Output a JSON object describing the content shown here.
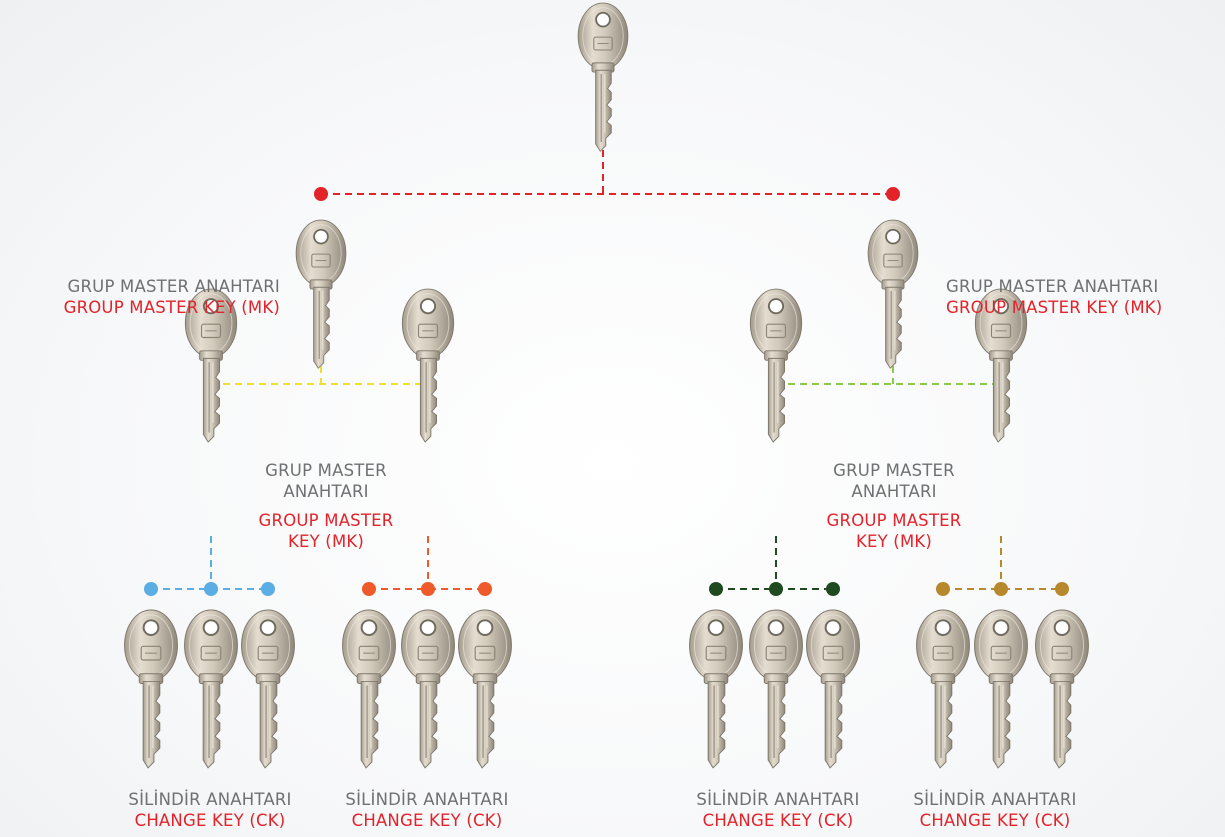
{
  "labels": {
    "group_master_tr": "GRUP MASTER ANAHTARI",
    "group_master_en": "GROUP MASTER KEY (MK)",
    "group_master_tr_l1": "GRUP MASTER",
    "group_master_tr_l2": "ANAHTARI",
    "group_master_en_l1": "GROUP MASTER",
    "group_master_en_l2": "KEY (MK)",
    "change_tr": "SİLİNDİR ANAHTARI",
    "change_en": "CHANGE KEY (CK)"
  },
  "colors": {
    "top": "#e2232a",
    "left_group": "#f2df2e",
    "right_group": "#8bc94a",
    "cyl_1": "#5aaee3",
    "cyl_2": "#ef5a2a",
    "cyl_3": "#1f4a1f",
    "cyl_4": "#b8892c",
    "key_metal": "#cdc6b8"
  },
  "icons": [
    "key-icon"
  ]
}
